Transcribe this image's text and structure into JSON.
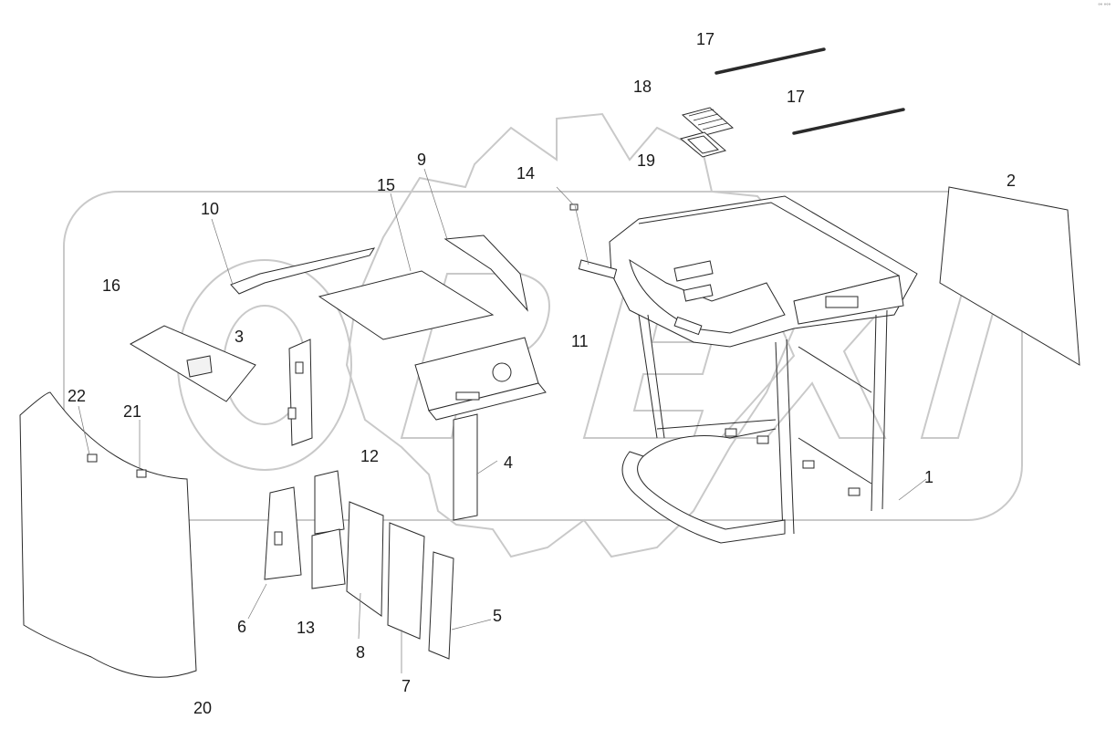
{
  "corner_mark": "°° °°°",
  "watermark": {
    "brand": "OPEX",
    "style": "gear-outline"
  },
  "callouts": {
    "c1": "1",
    "c2": "2",
    "c3": "3",
    "c4": "4",
    "c5": "5",
    "c6": "6",
    "c7": "7",
    "c8": "8",
    "c9": "9",
    "c10": "10",
    "c11": "11",
    "c12": "12",
    "c13": "13",
    "c14": "14",
    "c15": "15",
    "c16": "16",
    "c17a": "17",
    "c17b": "17",
    "c18": "18",
    "c19": "19",
    "c20": "20",
    "c21": "21",
    "c22": "22"
  },
  "colors": {
    "line": "#2a2a2a",
    "watermark": "#c9c9c9",
    "background": "#ffffff"
  }
}
